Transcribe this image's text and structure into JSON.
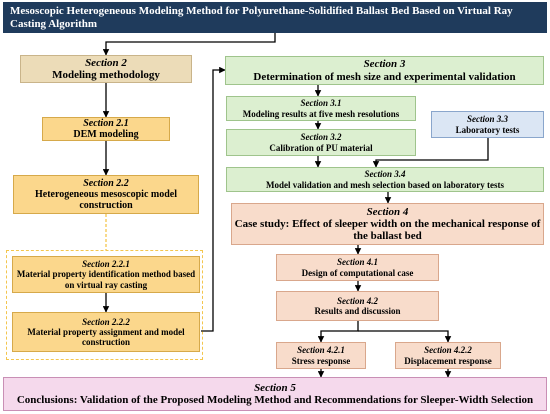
{
  "title": "Mesoscopic Heterogeneous Modeling Method for Polyurethane-Solidified Ballast Bed Based on Virtual Ray Casting Algorithm",
  "colors": {
    "title_bg": "#1f3b5c",
    "methodology": "#ecdcb8",
    "modeling": "#fbd78c",
    "validation": "#dcefd0",
    "laboratory": "#dbe6f4",
    "case_study": "#f8dccb",
    "conclusions": "#f5d9ec"
  },
  "boxes": {
    "s2": {
      "section": "Section 2",
      "title": "Modeling methodology"
    },
    "s21": {
      "section": "Section 2.1",
      "title": "DEM modeling"
    },
    "s22": {
      "section": "Section 2.2",
      "title": "Heterogeneous mesoscopic model construction"
    },
    "s221": {
      "section": "Section 2.2.1",
      "title": "Material property identification method based on virtual ray casting"
    },
    "s222": {
      "section": "Section 2.2.2",
      "title": "Material property assignment and model construction"
    },
    "s3": {
      "section": "Section 3",
      "title": "Determination of mesh size and experimental validation"
    },
    "s31": {
      "section": "Section 3.1",
      "title": "Modeling results at five mesh resolutions"
    },
    "s32": {
      "section": "Section 3.2",
      "title": "Calibration of PU material"
    },
    "s33": {
      "section": "Section 3.3",
      "title": "Laboratory tests"
    },
    "s34": {
      "section": "Section 3.4",
      "title": "Model validation and mesh selection based on laboratory tests"
    },
    "s4": {
      "section": "Section 4",
      "title": "Case study: Effect of sleeper width on the mechanical response of the ballast bed"
    },
    "s41": {
      "section": "Section 4.1",
      "title": "Design of computational case"
    },
    "s42": {
      "section": "Section 4.2",
      "title": "Results and discussion"
    },
    "s421": {
      "section": "Section 4.2.1",
      "title": "Stress response"
    },
    "s422": {
      "section": "Section 4.2.2",
      "title": "Displacement response"
    },
    "s5": {
      "section": "Section 5",
      "title": "Conclusions: Validation of the Proposed Modeling Method and Recommendations for Sleeper-Width Selection"
    }
  }
}
